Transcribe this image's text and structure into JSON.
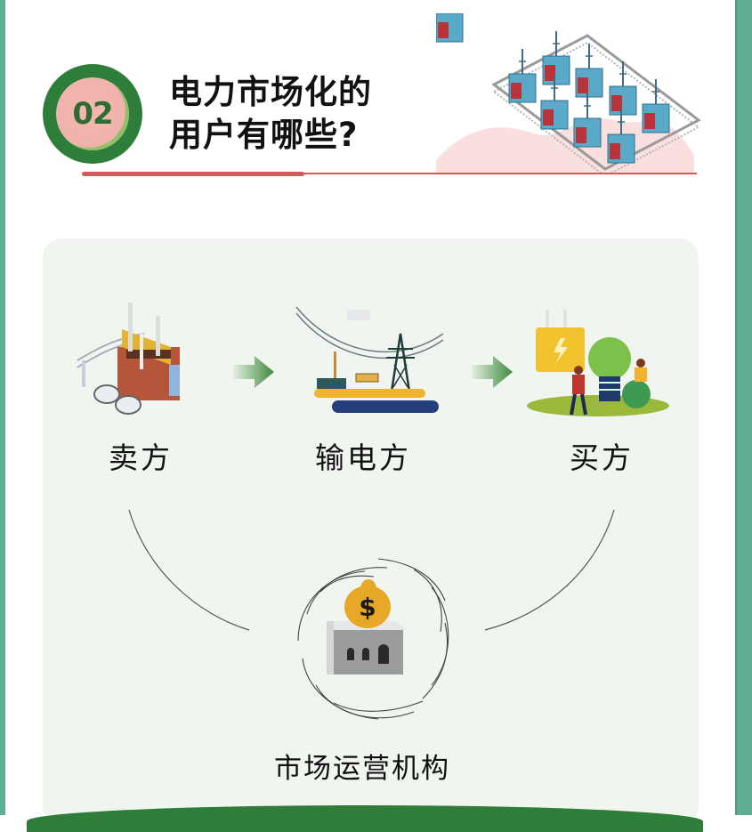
{
  "header": {
    "badge_number": "02",
    "title_lines": [
      "电力市场化的",
      "用户有哪些?"
    ],
    "accent_color": "#cf5c58",
    "badge_color": "#2e7d3a",
    "illustration": "substation-transformers-icon"
  },
  "flow": {
    "participants": [
      {
        "label": "卖方",
        "icon": "power-plant-icon"
      },
      {
        "label": "输电方",
        "icon": "transmission-tower-icon"
      },
      {
        "label": "买方",
        "icon": "lightbulb-consumer-icon"
      }
    ],
    "arrows": [
      "arrow-right-icon",
      "arrow-right-icon"
    ],
    "center": {
      "label": "市场运营机构",
      "icon": "money-bag-building-icon"
    }
  },
  "colors": {
    "frame": "#5fae93",
    "panel_bg": "#f1f5ef",
    "panel_base": "#2e7d3a"
  }
}
